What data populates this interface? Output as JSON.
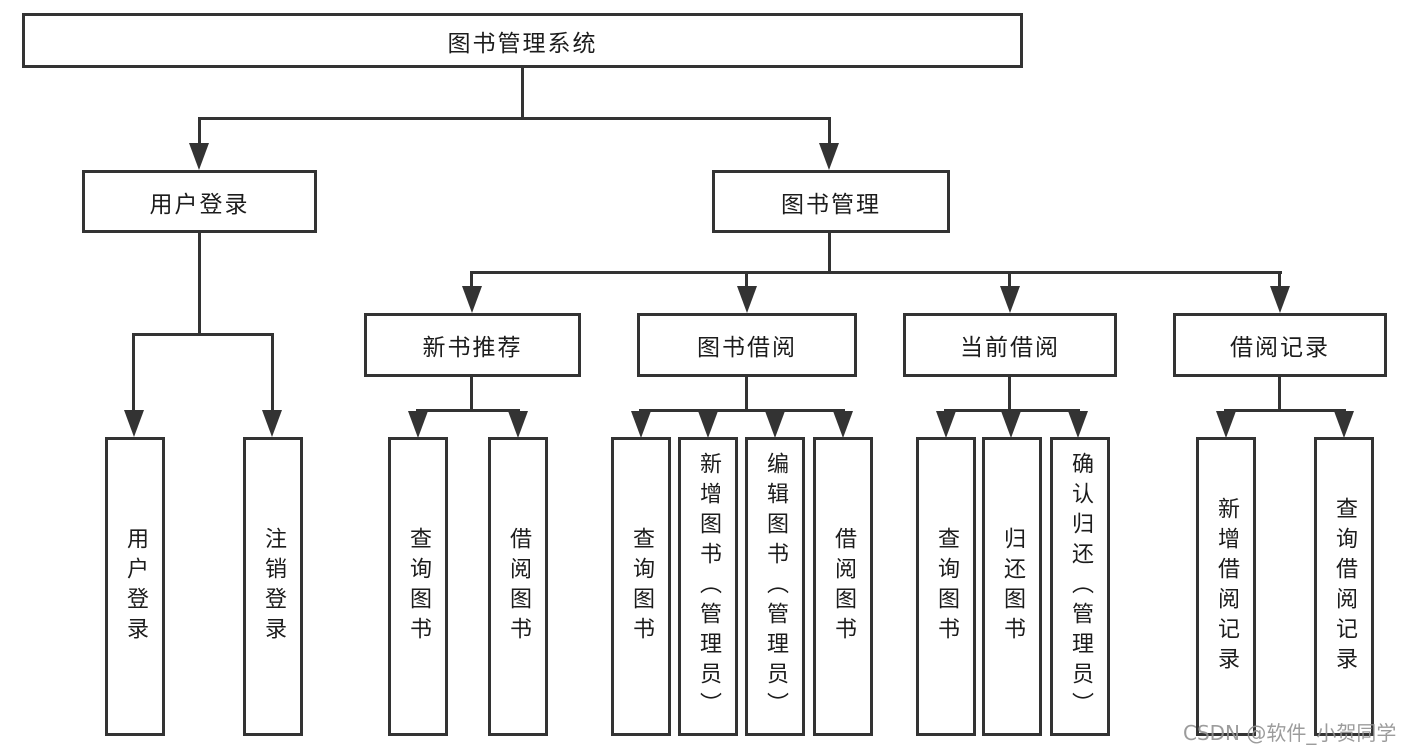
{
  "diagram_type": "hierarchy-tree",
  "colors": {
    "line": "#333333",
    "box_border": "#333333",
    "text": "#1c1c1c",
    "background": "#ffffff",
    "watermark": "#929292"
  },
  "tree": {
    "label": "图书管理系统",
    "children": [
      {
        "label": "用户登录",
        "children": [
          {
            "label": "用户登录"
          },
          {
            "label": "注销登录"
          }
        ]
      },
      {
        "label": "图书管理",
        "children": [
          {
            "label": "新书推荐",
            "children": [
              {
                "label": "查询图书"
              },
              {
                "label": "借阅图书"
              }
            ]
          },
          {
            "label": "图书借阅",
            "children": [
              {
                "label": "查询图书"
              },
              {
                "label": "新增图书（管理员）"
              },
              {
                "label": "编辑图书（管理员）"
              },
              {
                "label": "借阅图书"
              }
            ]
          },
          {
            "label": "当前借阅",
            "children": [
              {
                "label": "查询图书"
              },
              {
                "label": "归还图书"
              },
              {
                "label": "确认归还（管理员）"
              }
            ]
          },
          {
            "label": "借阅记录",
            "children": [
              {
                "label": "新增借阅记录"
              },
              {
                "label": "查询借阅记录"
              }
            ]
          }
        ]
      }
    ]
  },
  "watermark": {
    "text": "CSDN @软件_小贺同学"
  }
}
